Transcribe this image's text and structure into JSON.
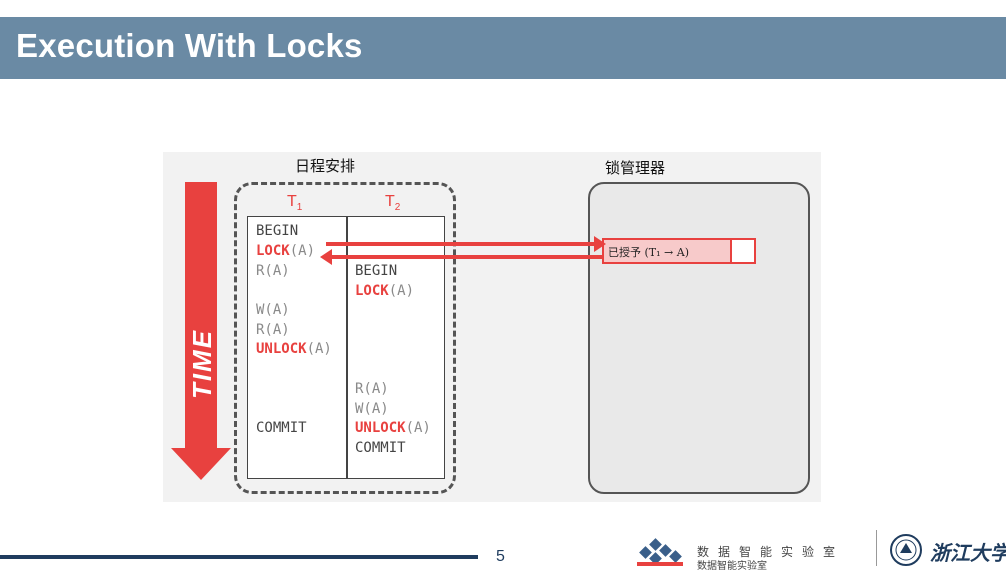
{
  "slide": {
    "title": "Execution With Locks",
    "page_number": "5"
  },
  "figure": {
    "schedule_label": "日程安排",
    "lock_manager_label": "锁管理器",
    "time_label": "TIME",
    "t1_label": "T",
    "t1_sub": "1",
    "t2_label": "T",
    "t2_sub": "2",
    "t1_ops": {
      "begin": "BEGIN",
      "lock_kw": "LOCK",
      "lock_arg": "(A)",
      "read1": "R(A)",
      "write1": "W(A)",
      "read2": "R(A)",
      "unlock_kw": "UNLOCK",
      "unlock_arg": "(A)",
      "commit": "COMMIT"
    },
    "t2_ops": {
      "begin": "BEGIN",
      "lock_kw": "LOCK",
      "lock_arg": "(A)",
      "read": "R(A)",
      "write": "W(A)",
      "unlock_kw": "UNLOCK",
      "unlock_arg": "(A)",
      "commit": "COMMIT"
    },
    "grant_text": "已授予 (T₁ → A)",
    "colors": {
      "accent_red": "#e8413f",
      "title_bar": "#6a8aa4",
      "footer_navy": "#1f3c5e"
    }
  },
  "footer": {
    "lab_name": "数据智能实验室",
    "lab_sub": "数据智能实验室",
    "university": "浙江大学"
  }
}
